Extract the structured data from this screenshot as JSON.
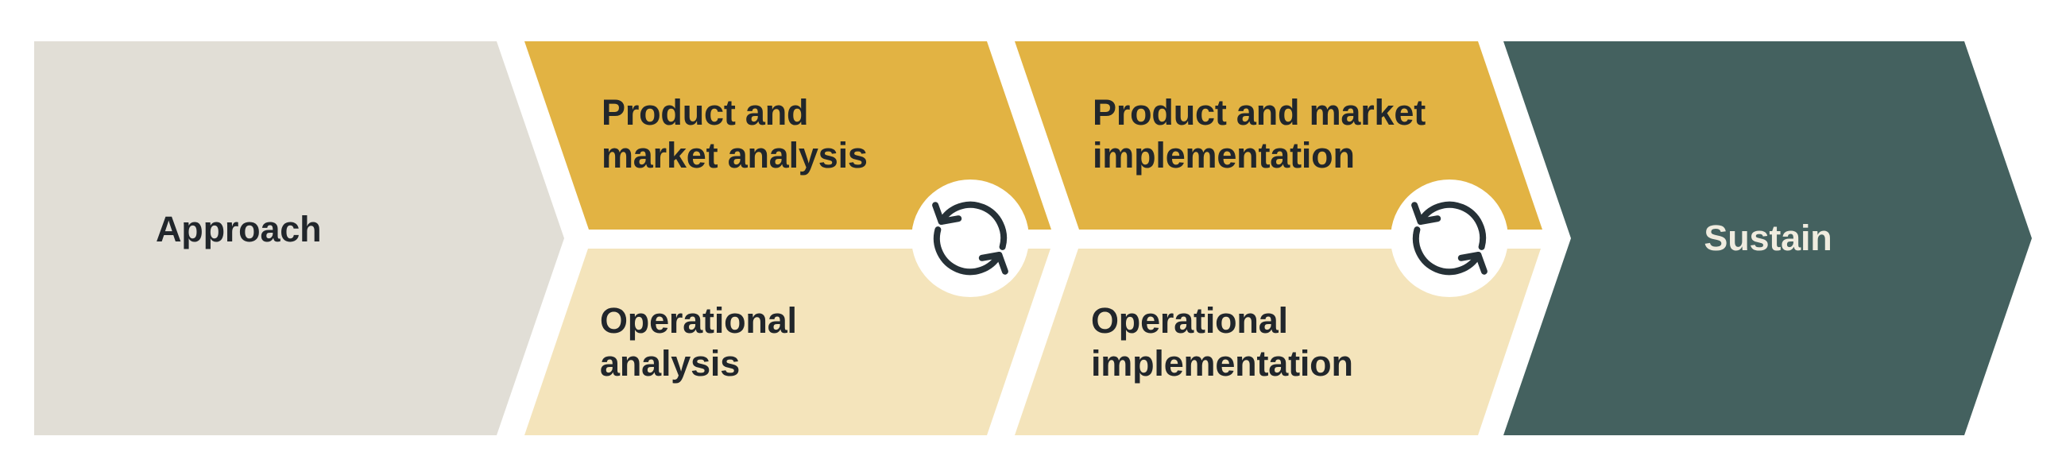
{
  "title": "Process flow diagram",
  "colors": {
    "background": "#ffffff",
    "approach_fill": "#e1ded6",
    "primary_yellow": "#e2b343",
    "light_cream": "#f4e4bb",
    "sustain_teal": "#44615f",
    "text_dark": "#21262b",
    "text_light": "#f0ecdf",
    "icon_stroke": "#263137",
    "icon_circle": "#ffffff"
  },
  "stages": {
    "approach": {
      "label": "Approach"
    },
    "analysis": {
      "top": {
        "line1": "Product and",
        "line2": "market analysis"
      },
      "bottom": {
        "line1": "Operational",
        "line2": "analysis"
      }
    },
    "implementation": {
      "top": {
        "line1": "Product and market",
        "line2": "implementation"
      },
      "bottom": {
        "line1": "Operational",
        "line2": "implementation"
      }
    },
    "sustain": {
      "label": "Sustain"
    }
  },
  "icons": {
    "sync1": "sync-arrows",
    "sync2": "sync-arrows"
  }
}
